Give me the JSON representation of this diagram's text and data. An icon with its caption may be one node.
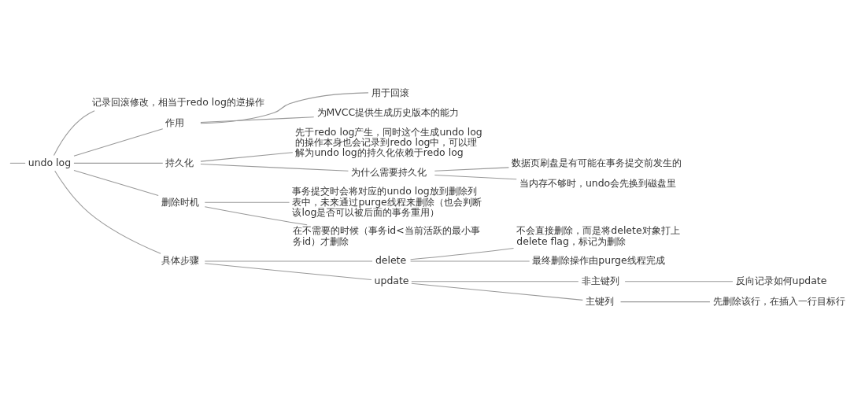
{
  "diagram": {
    "nodes": [
      {
        "text": [
          "undo log"
        ]
      },
      {
        "text": [
          "记录回滚修改，相当于redo log的逆操作"
        ]
      },
      {
        "text": [
          "作用"
        ]
      },
      {
        "text": [
          "用于回滚"
        ]
      },
      {
        "text": [
          "为MVCC提供生成历史版本的能力"
        ]
      },
      {
        "text": [
          "持久化"
        ]
      },
      {
        "text": [
          "先于redo log产生，同时这个生成undo log的操作本身也会记录到redo log中，可以理解为undo log的持久化依赖于redo log"
        ]
      },
      {
        "text": [
          "为什么需要持久化"
        ]
      },
      {
        "text": [
          "数据页刷盘是有可能在事务提交前发生的"
        ]
      },
      {
        "text": [
          "当内存不够时，undo会先换到磁盘里"
        ]
      },
      {
        "text": [
          "删除时机"
        ]
      },
      {
        "text": [
          "事务提交时会将对应的undo log放到删除列表中，未来通过purge线程来删除（也会判断该log是否可以被后面的事务重用）"
        ]
      },
      {
        "text": [
          "在不需要的时候（事务id<当前活跃的最小事务id）才删除"
        ]
      },
      {
        "text": [
          "具体步骤"
        ]
      },
      {
        "text": [
          "delete"
        ]
      },
      {
        "text": [
          "不会直接删除，而是将delete对象打上delete flag，标记为删除"
        ]
      },
      {
        "text": [
          "最终删除操作由purge线程完成"
        ]
      },
      {
        "text": [
          "update"
        ]
      },
      {
        "text": [
          "非主键列"
        ]
      },
      {
        "text": [
          "反向记录如何update"
        ]
      },
      {
        "text": [
          "主键列"
        ]
      },
      {
        "text": [
          "先删除该行，在插入一行目标行"
        ]
      }
    ],
    "edges": [
      {
        "from": null,
        "to": 0,
        "arrow": "none"
      },
      {
        "from": 0,
        "to": 1,
        "arrow": "none"
      },
      {
        "from": 0,
        "to": 2,
        "arrow": "none"
      },
      {
        "from": 2,
        "to": 3,
        "arrow": "none"
      },
      {
        "from": 2,
        "to": 4,
        "arrow": "none"
      },
      {
        "from": 0,
        "to": 5,
        "arrow": "none"
      },
      {
        "from": 5,
        "to": 6,
        "arrow": "none"
      },
      {
        "from": 5,
        "to": 7,
        "arrow": "none"
      },
      {
        "from": 7,
        "to": 8,
        "arrow": "none"
      },
      {
        "from": 7,
        "to": 9,
        "arrow": "none"
      },
      {
        "from": 0,
        "to": 10,
        "arrow": "none"
      },
      {
        "from": 10,
        "to": 11,
        "arrow": "none"
      },
      {
        "from": 10,
        "to": 12,
        "arrow": "none"
      },
      {
        "from": 0,
        "to": 13,
        "arrow": "none"
      },
      {
        "from": 13,
        "to": 14,
        "arrow": "none"
      },
      {
        "from": 14,
        "to": 15,
        "arrow": "none"
      },
      {
        "from": 14,
        "to": 16,
        "arrow": "none"
      },
      {
        "from": 13,
        "to": 17,
        "arrow": "none"
      },
      {
        "from": 17,
        "to": 18,
        "arrow": "none"
      },
      {
        "from": 18,
        "to": 19,
        "arrow": "none"
      },
      {
        "from": 17,
        "to": 20,
        "arrow": "none"
      },
      {
        "from": 20,
        "to": 21,
        "arrow": "none"
      }
    ]
  }
}
